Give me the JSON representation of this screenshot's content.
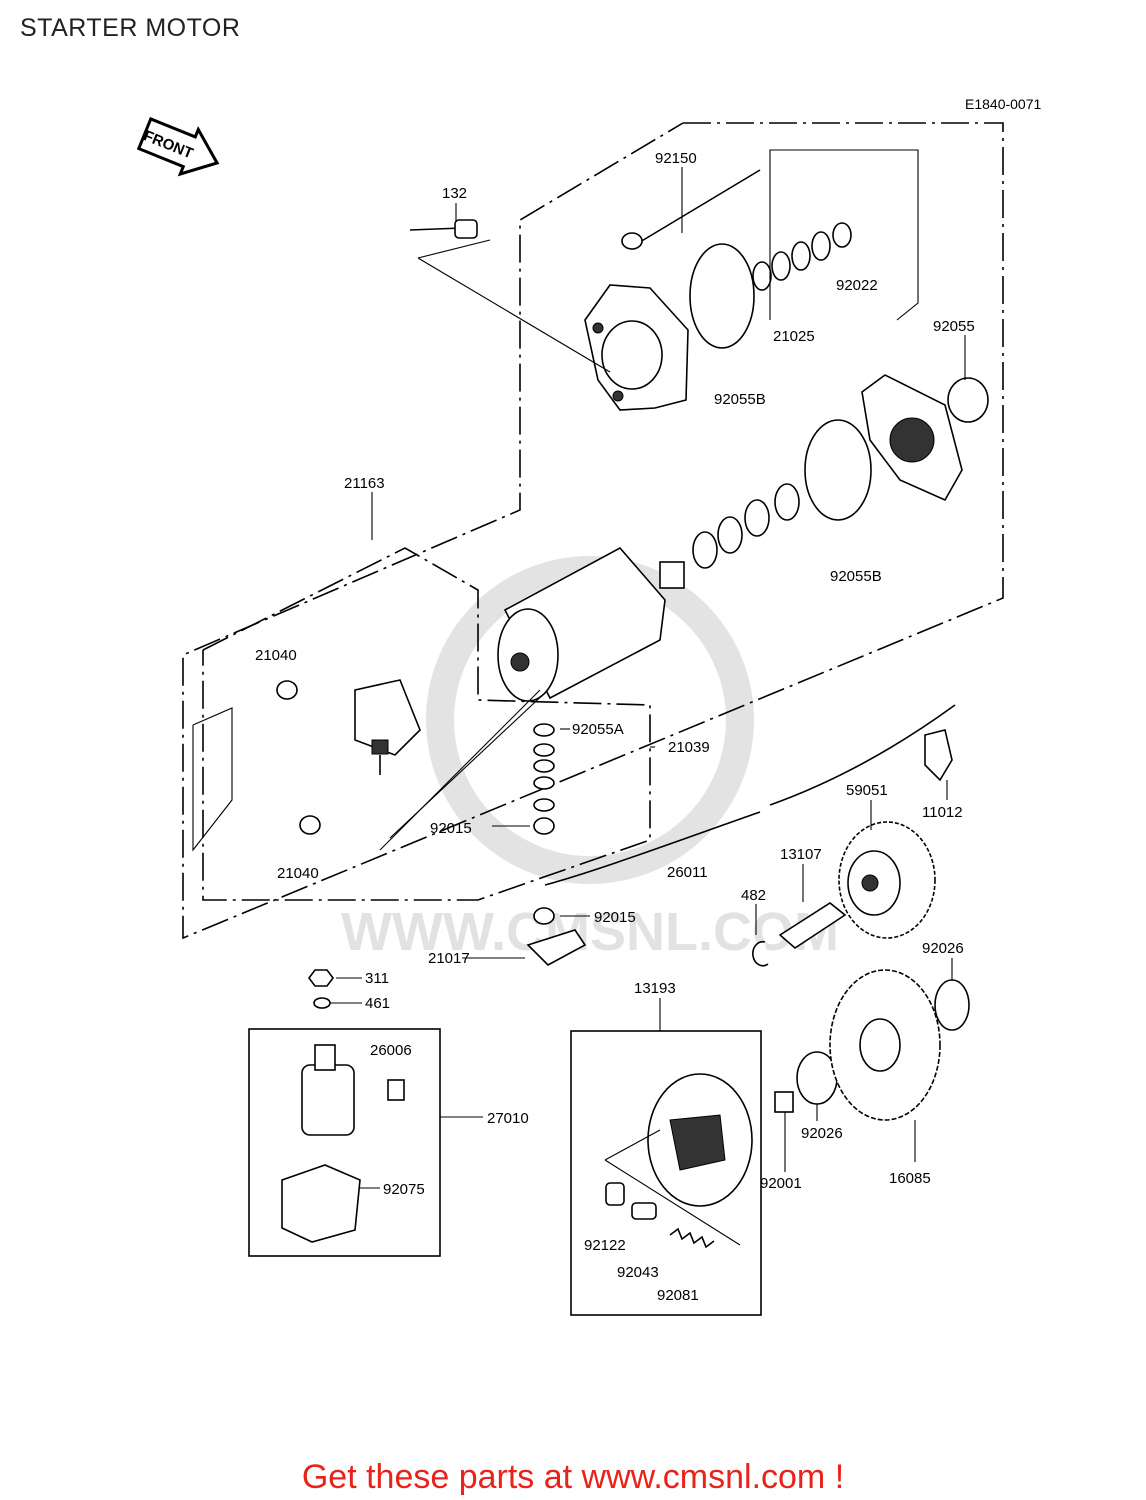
{
  "page": {
    "title": "STARTER MOTOR",
    "diagram_code": "E1840-0071"
  },
  "front_badge": "FRONT",
  "watermark": "WWW.CMSNL.COM",
  "footer": {
    "link_text": "Get these parts at www.cmsnl.com !"
  },
  "parts": {
    "p132": "132",
    "p92150": "92150",
    "p92022": "92022",
    "p21025": "21025",
    "p92055": "92055",
    "p92055B_top": "92055B",
    "p92055B_mid": "92055B",
    "p21163": "21163",
    "p21040_top": "21040",
    "p21040_bot": "21040",
    "p92055A": "92055A",
    "p21039": "21039",
    "p92015_a": "92015",
    "p92015_b": "92015",
    "p26011": "26011",
    "p11012": "11012",
    "p59051": "59051",
    "p13107": "13107",
    "p482": "482",
    "p21017": "21017",
    "p92026_top": "92026",
    "p92026_bot": "92026",
    "p311": "311",
    "p461": "461",
    "p13193": "13193",
    "p26006": "26006",
    "p27010": "27010",
    "p92075": "92075",
    "p92001": "92001",
    "p16085": "16085",
    "p92122": "92122",
    "p92043": "92043",
    "p92081": "92081"
  }
}
